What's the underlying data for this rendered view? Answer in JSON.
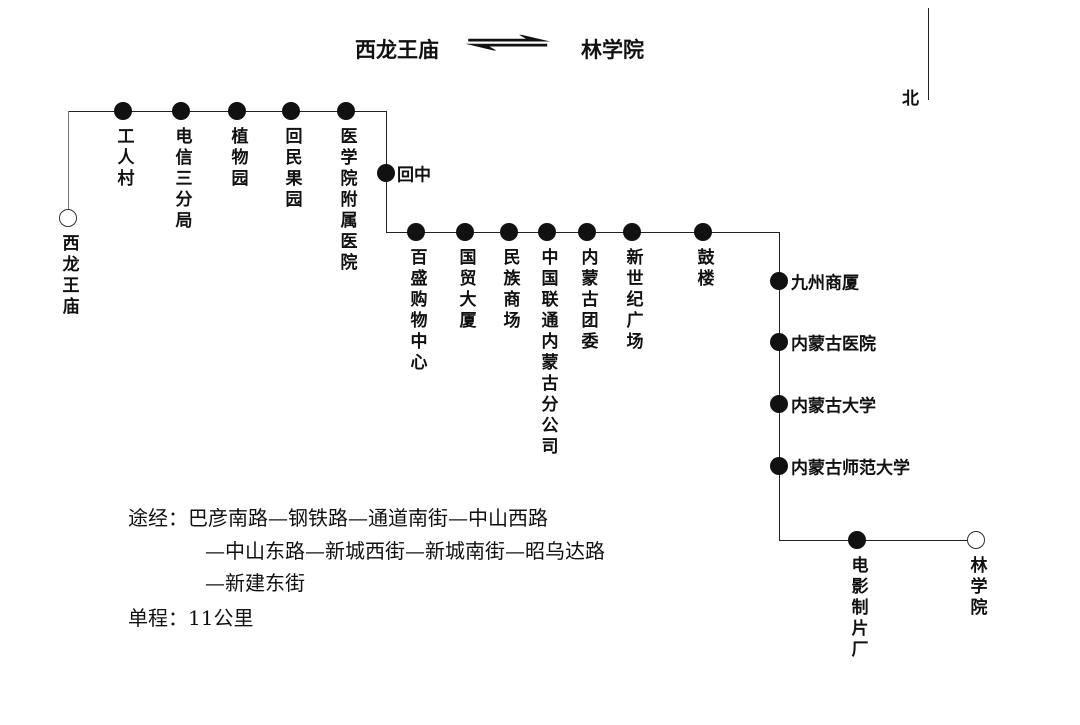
{
  "title": {
    "from": "西龙王庙",
    "to": "林学院",
    "arrow": "⇌"
  },
  "compass": {
    "label": "北"
  },
  "terminals": {
    "start": "西龙王庙",
    "end": "林学院"
  },
  "stations_top": [
    "工人村",
    "电信三分局",
    "植物园",
    "回民果园",
    "医学院附属医院"
  ],
  "station_turn": "回中",
  "stations_middle": [
    "百盛购物中心",
    "国贸大厦",
    "民族商场",
    "中国联通内蒙古分公司",
    "内蒙古团委",
    "新世纪广场",
    "鼓楼"
  ],
  "stations_right": [
    "九州商厦",
    "内蒙古医院",
    "内蒙古大学",
    "内蒙古师范大学"
  ],
  "stations_bottom": [
    "电影制片厂"
  ],
  "route": {
    "via_label": "途经：",
    "line1": "巴彦南路—钢铁路—通道南街—中山西路",
    "line2": "—中山东路—新城西街—新城南街—昭乌达路",
    "line3": "—新建东街",
    "distance_label": "单程：",
    "distance": "11公里"
  }
}
